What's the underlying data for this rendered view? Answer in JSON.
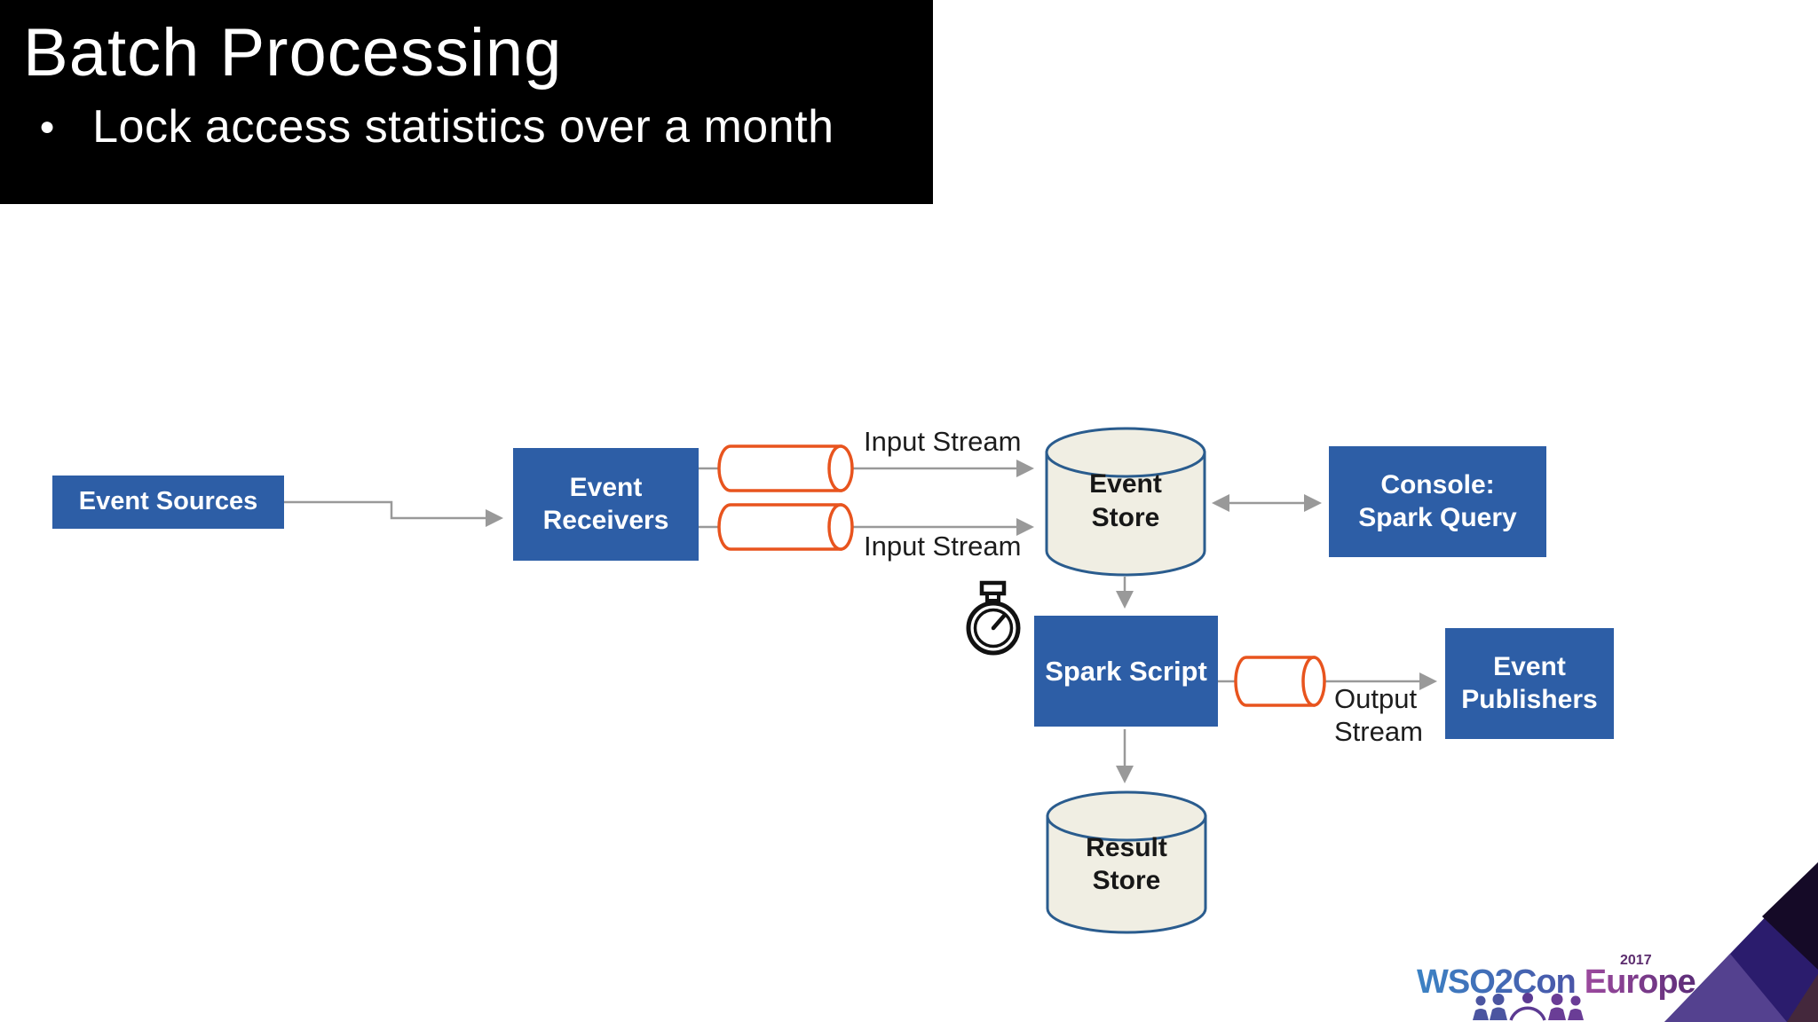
{
  "slide": {
    "title": "Batch Processing",
    "bullet_marker": "●",
    "bullet": "Lock access statistics over a month"
  },
  "diagram": {
    "nodes": {
      "event_sources": "Event Sources",
      "event_receivers": "Event\nReceivers",
      "event_store": "Event\nStore",
      "console": "Console:\nSpark Query",
      "spark_script": "Spark Script",
      "event_publishers": "Event\nPublishers",
      "result_store": "Result\nStore"
    },
    "labels": {
      "input_stream_top": "Input Stream",
      "input_stream_bottom": "Input Stream",
      "output_stream": "Output\nStream"
    },
    "edges": [
      {
        "from": "Event Sources",
        "to": "Event Receivers"
      },
      {
        "from": "Event Receivers",
        "to": "Event Store",
        "label": "Input Stream"
      },
      {
        "from": "Event Receivers",
        "to": "Event Store",
        "label": "Input Stream"
      },
      {
        "from": "Event Store",
        "to": "Console: Spark Query",
        "bidirectional": true
      },
      {
        "from": "Event Store",
        "to": "Spark Script"
      },
      {
        "from": "Spark Script",
        "to": "Event Publishers",
        "label": "Output Stream"
      },
      {
        "from": "Spark Script",
        "to": "Result Store"
      }
    ],
    "icons": {
      "timer": "stopwatch-icon"
    },
    "colors": {
      "node_blue": "#2d5ea6",
      "store_fill": "#f0eee3",
      "store_stroke": "#2a5c8e",
      "stream_stroke": "#e8541e",
      "arrow_gray": "#999999",
      "header_bg": "#000000"
    }
  },
  "footer": {
    "logo_text_1": "WSO2Con",
    "logo_text_2": "Europe",
    "logo_year": "2017"
  }
}
